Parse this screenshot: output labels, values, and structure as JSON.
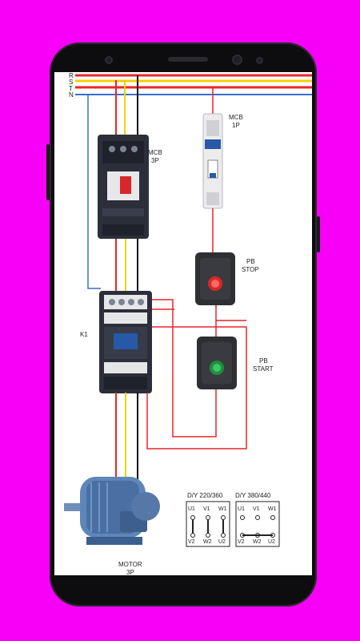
{
  "bus_labels": [
    "R",
    "S",
    "T",
    "N"
  ],
  "labels": {
    "mcb3p_line1": "MCB",
    "mcb3p_line2": "3P",
    "mcb1p_line1": "MCB",
    "mcb1p_line2": "1P",
    "pb_stop_line1": "PB",
    "pb_stop_line2": "STOP",
    "pb_start_line1": "PB",
    "pb_start_line2": "START",
    "k1": "K1",
    "motor_line1": "MOTOR",
    "motor_line2": "3P",
    "dy_220": "D/Y 220/360",
    "dy_380": "D/Y 380/440"
  },
  "terminals": {
    "top": [
      "U1",
      "V1",
      "W1"
    ],
    "bottom": [
      "V2",
      "W2",
      "U2"
    ]
  },
  "colors": {
    "background": "#f700f7",
    "bus_r": "#e8262a",
    "bus_s": "#f2d100",
    "bus_t": "#e8262a",
    "bus_n": "#3a6fd0",
    "wire_black": "#111111",
    "wire_red": "#e8262a",
    "wire_yellow": "#f2d100",
    "wire_blue": "#3a6fd0",
    "wire_control": "#e8262a"
  }
}
